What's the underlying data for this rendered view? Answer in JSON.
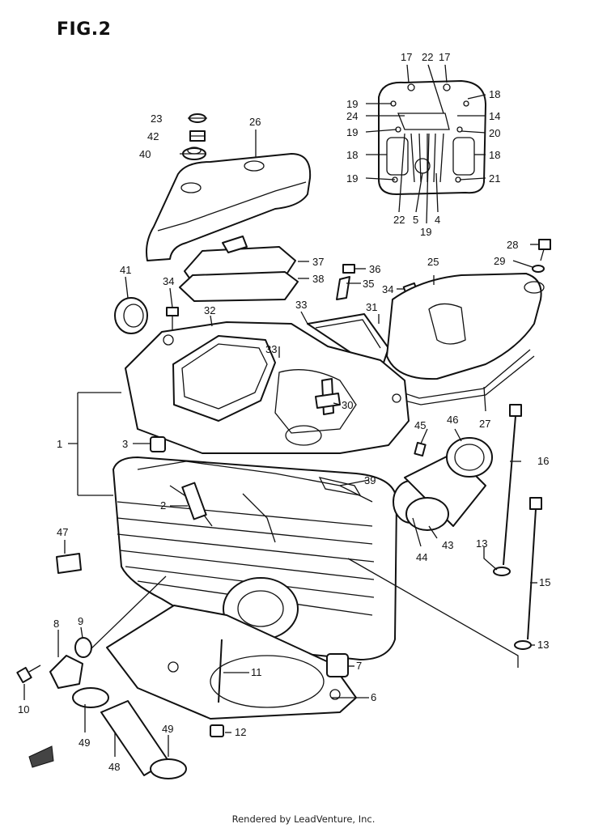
{
  "figure": {
    "title": "FIG.2"
  },
  "footer": {
    "text": "Rendered by LeadVenture, Inc."
  },
  "watermark": {
    "text": "LEADVENTURE"
  },
  "callouts": {
    "c1": "1",
    "c2": "2",
    "c3": "3",
    "c4": "4",
    "c5": "5",
    "c6": "6",
    "c7": "7",
    "c8": "8",
    "c9": "9",
    "c10": "10",
    "c11": "11",
    "c12": "12",
    "c13a": "13",
    "c13b": "13",
    "c14": "14",
    "c15": "15",
    "c16": "16",
    "c17a": "17",
    "c17b": "17",
    "c18a": "18",
    "c18b": "18",
    "c18c": "18",
    "c19a": "19",
    "c19b": "19",
    "c19c": "19",
    "c19d": "19",
    "c20": "20",
    "c21": "21",
    "c22a": "22",
    "c22b": "22",
    "c23": "23",
    "c24": "24",
    "c25": "25",
    "c26": "26",
    "c27": "27",
    "c28": "28",
    "c29": "29",
    "c30": "30",
    "c31": "31",
    "c32": "32",
    "c33a": "33",
    "c33b": "33",
    "c34a": "34",
    "c34b": "34",
    "c35": "35",
    "c36": "36",
    "c37": "37",
    "c38": "38",
    "c39": "39",
    "c41": "41",
    "c40": "40",
    "c42": "42",
    "c43": "43",
    "c44": "44",
    "c45": "45",
    "c46": "46",
    "c47": "47",
    "c48": "48",
    "c49a": "49",
    "c49b": "49"
  }
}
